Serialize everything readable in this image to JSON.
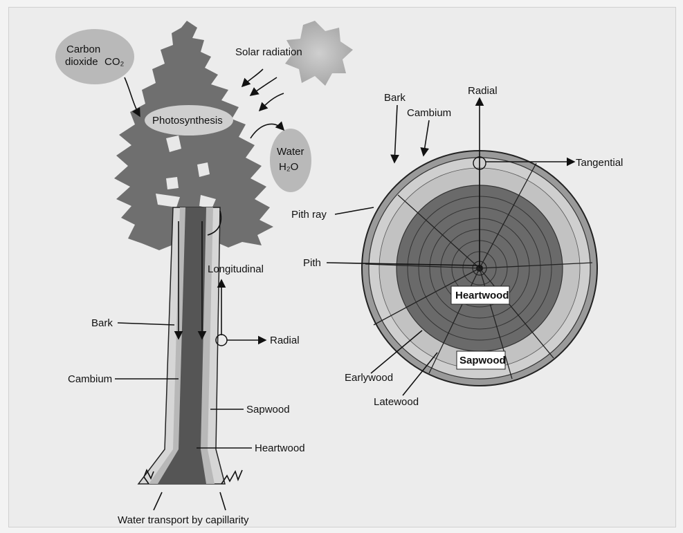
{
  "tree": {
    "co2_label_line1": "Carbon",
    "co2_label_line2": "dioxide",
    "co2_formula": "CO₂",
    "solar_label": "Solar radiation",
    "photosynthesis_label": "Photosynthesis",
    "water_label": "Water",
    "water_formula": "H₂O",
    "longitudinal_label": "Longitudinal",
    "radial_label": "Radial",
    "bark_label": "Bark",
    "cambium_label": "Cambium",
    "sapwood_label": "Sapwood",
    "heartwood_label": "Heartwood",
    "water_transport_label": "Water transport by capillarity"
  },
  "cross_section": {
    "radial_label": "Radial",
    "bark_label": "Bark",
    "cambium_label": "Cambium",
    "tangential_label": "Tangential",
    "pith_ray_label": "Pith ray",
    "pith_label": "Pith",
    "heartwood_label": "Heartwood",
    "sapwood_label": "Sapwood",
    "earlywood_label": "Earlywood",
    "latewood_label": "Latewood"
  },
  "colors": {
    "foliage": "#6f6f6f",
    "heartwood": "#5a5a5a",
    "sapwood": "#bdbdbd",
    "bark": "#cfcfcf",
    "bubble": "#b9b9b9"
  }
}
